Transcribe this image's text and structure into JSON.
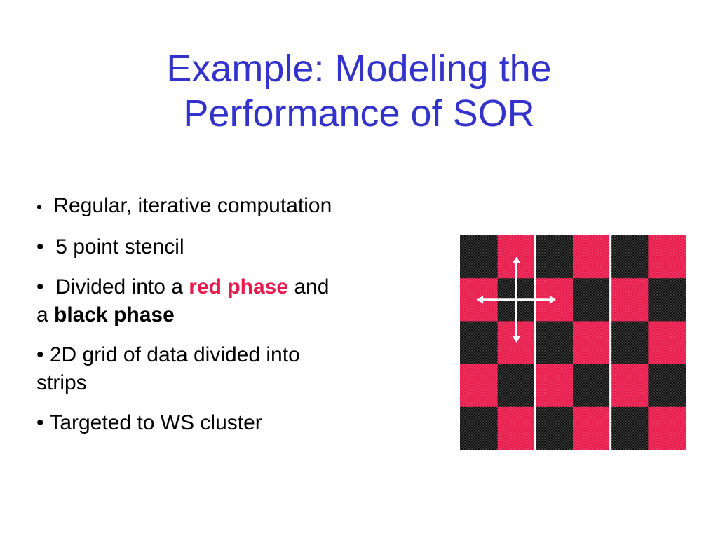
{
  "slide": {
    "title_line1": "Example:  Modeling the",
    "title_line2": "Performance of SOR",
    "bullet_glyph": "•",
    "bullets": [
      {
        "text": "Regular, iterative computation"
      },
      {
        "text": "5 point stencil"
      },
      {
        "pre": "Divided into a ",
        "red": "red phase",
        "mid": " and",
        "pre2": "a ",
        "black": "black phase"
      },
      {
        "line1": "2D grid of data divided into",
        "line2": "strips"
      },
      {
        "text": "Targeted to WS cluster"
      }
    ]
  },
  "figure": {
    "rows": 5,
    "cols": 6,
    "strip_count": 3,
    "colors": {
      "red": "#e8194b",
      "black": "#111111",
      "divider": "#ffffff",
      "arrow": "#ffffff"
    },
    "cells": [
      [
        "black",
        "red",
        "black",
        "red",
        "black",
        "red"
      ],
      [
        "red",
        "black",
        "red",
        "black",
        "red",
        "black"
      ],
      [
        "black",
        "red",
        "black",
        "red",
        "black",
        "red"
      ],
      [
        "red",
        "black",
        "red",
        "black",
        "red",
        "black"
      ],
      [
        "black",
        "red",
        "black",
        "red",
        "black",
        "red"
      ]
    ],
    "stencil_icon": "four-way-arrow-icon"
  }
}
